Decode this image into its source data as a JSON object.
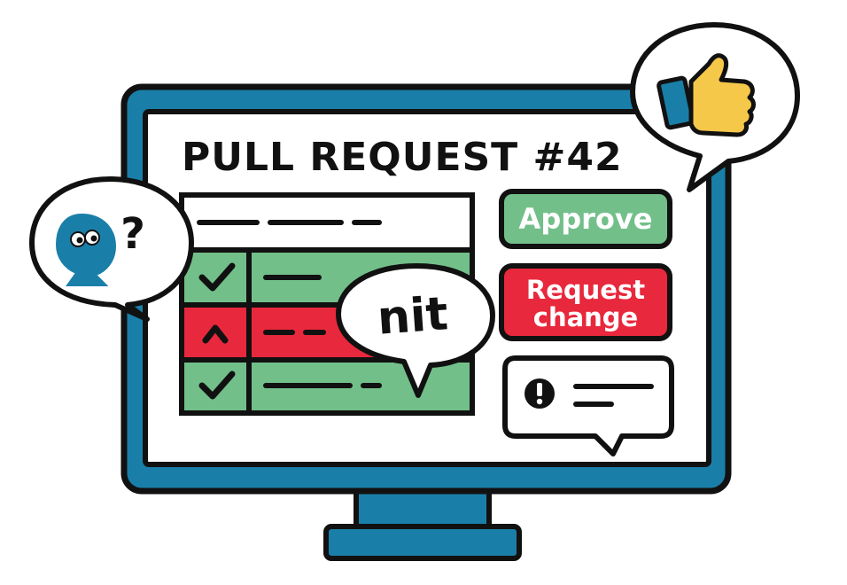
{
  "title": "PULL REQUEST #42",
  "buttons": {
    "approve_label": "Approve",
    "request_change_label_line1": "Request",
    "request_change_label_line2": "change"
  },
  "bubbles": {
    "nit_label": "nit",
    "question_mark": "?"
  },
  "colors": {
    "frame_blue": "#1a7fa8",
    "approve_green": "#72bf8a",
    "request_red": "#e8283c",
    "thumb_yellow": "#f6c84a",
    "outline": "#111111"
  },
  "diff_rows": [
    {
      "status": "header",
      "mark": ""
    },
    {
      "status": "ok",
      "mark": "✓"
    },
    {
      "status": "error",
      "mark": "^"
    },
    {
      "status": "ok",
      "mark": "✓"
    }
  ],
  "icons": [
    "thumbs-up-icon",
    "confused-face-icon",
    "exclamation-icon"
  ]
}
